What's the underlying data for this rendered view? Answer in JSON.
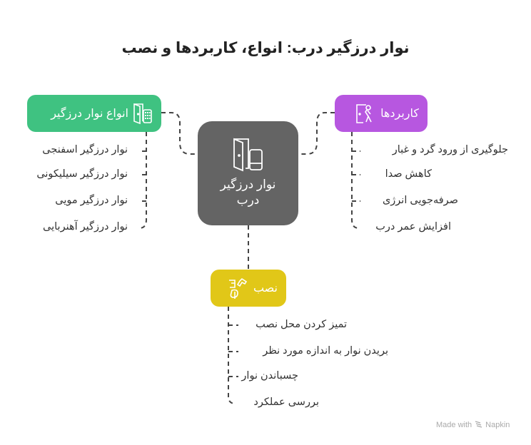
{
  "title": "نوار درزگیر درب: انواع، کاربردها و نصب",
  "center": {
    "label": "نوار درزگیر درب",
    "icon": "door-and-strip-icon",
    "color": "#646464"
  },
  "branches": {
    "types": {
      "label": "انواع نوار درزگیر",
      "icon": "door-with-panel-icon",
      "color": "#3fc281",
      "items": [
        "نوار درزگیر اسفنجی",
        "نوار درزگیر سیلیکونی",
        "نوار درزگیر مویی",
        "نوار درزگیر آهنربایی"
      ]
    },
    "applications": {
      "label": "کاربردها",
      "icon": "person-at-door-icon",
      "color": "#b757e0",
      "items": [
        "جلوگیری از ورود گرد و غبار",
        "کاهش صدا",
        "صرفه‌جویی انرژی",
        "افزایش عمر درب"
      ]
    },
    "installation": {
      "label": "نصب",
      "icon": "tools-icon",
      "color": "#e1c718",
      "items": [
        "تمیز کردن محل نصب",
        "بریدن نوار به اندازه مورد نظر",
        "چسباندن نوار",
        "بررسی عملکرد"
      ]
    }
  },
  "footer": {
    "made_with": "Made with",
    "brand": "Napkin"
  }
}
